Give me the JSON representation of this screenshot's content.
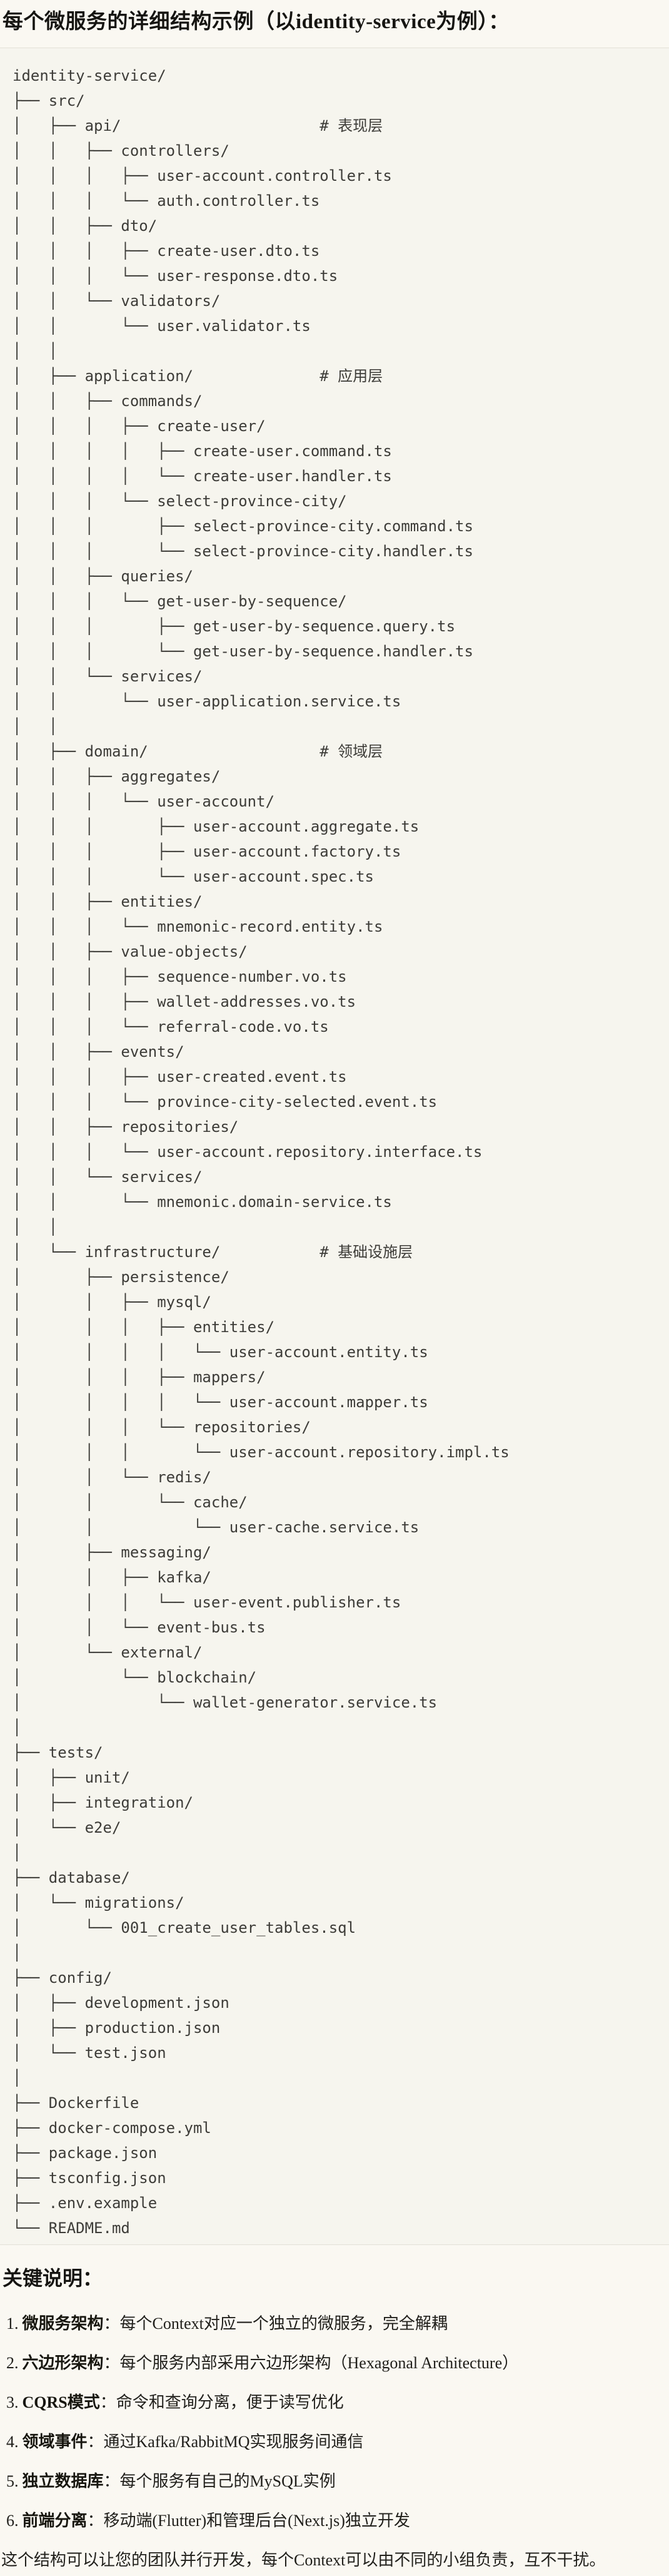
{
  "page": {
    "title": "每个微服务的详细结构示例（以identity-service为例）：",
    "background_color": "#faf8f2",
    "code_block_background": "#f6f5ee",
    "border_color": "#e3e1d7",
    "code_text_color": "#3d3c38"
  },
  "tree": {
    "root": "identity-service/",
    "layer_comments": [
      "# 表现层",
      "# 应用层",
      "# 领域层",
      "# 基础设施层"
    ],
    "lines": [
      "identity-service/",
      "├── src/",
      "│   ├── api/                      # 表现层",
      "│   │   ├── controllers/",
      "│   │   │   ├── user-account.controller.ts",
      "│   │   │   └── auth.controller.ts",
      "│   │   ├── dto/",
      "│   │   │   ├── create-user.dto.ts",
      "│   │   │   └── user-response.dto.ts",
      "│   │   └── validators/",
      "│   │       └── user.validator.ts",
      "│   │",
      "│   ├── application/              # 应用层",
      "│   │   ├── commands/",
      "│   │   │   ├── create-user/",
      "│   │   │   │   ├── create-user.command.ts",
      "│   │   │   │   └── create-user.handler.ts",
      "│   │   │   └── select-province-city/",
      "│   │   │       ├── select-province-city.command.ts",
      "│   │   │       └── select-province-city.handler.ts",
      "│   │   ├── queries/",
      "│   │   │   └── get-user-by-sequence/",
      "│   │   │       ├── get-user-by-sequence.query.ts",
      "│   │   │       └── get-user-by-sequence.handler.ts",
      "│   │   └── services/",
      "│   │       └── user-application.service.ts",
      "│   │",
      "│   ├── domain/                   # 领域层",
      "│   │   ├── aggregates/",
      "│   │   │   └── user-account/",
      "│   │   │       ├── user-account.aggregate.ts",
      "│   │   │       ├── user-account.factory.ts",
      "│   │   │       └── user-account.spec.ts",
      "│   │   ├── entities/",
      "│   │   │   └── mnemonic-record.entity.ts",
      "│   │   ├── value-objects/",
      "│   │   │   ├── sequence-number.vo.ts",
      "│   │   │   ├── wallet-addresses.vo.ts",
      "│   │   │   └── referral-code.vo.ts",
      "│   │   ├── events/",
      "│   │   │   ├── user-created.event.ts",
      "│   │   │   └── province-city-selected.event.ts",
      "│   │   ├── repositories/",
      "│   │   │   └── user-account.repository.interface.ts",
      "│   │   └── services/",
      "│   │       └── mnemonic.domain-service.ts",
      "│   │",
      "│   └── infrastructure/           # 基础设施层",
      "│       ├── persistence/",
      "│       │   ├── mysql/",
      "│       │   │   ├── entities/",
      "│       │   │   │   └── user-account.entity.ts",
      "│       │   │   ├── mappers/",
      "│       │   │   │   └── user-account.mapper.ts",
      "│       │   │   └── repositories/",
      "│       │   │       └── user-account.repository.impl.ts",
      "│       │   └── redis/",
      "│       │       └── cache/",
      "│       │           └── user-cache.service.ts",
      "│       ├── messaging/",
      "│       │   ├── kafka/",
      "│       │   │   └── user-event.publisher.ts",
      "│       │   └── event-bus.ts",
      "│       └── external/",
      "│           └── blockchain/",
      "│               └── wallet-generator.service.ts",
      "│",
      "├── tests/",
      "│   ├── unit/",
      "│   ├── integration/",
      "│   └── e2e/",
      "│",
      "├── database/",
      "│   └── migrations/",
      "│       └── 001_create_user_tables.sql",
      "│",
      "├── config/",
      "│   ├── development.json",
      "│   ├── production.json",
      "│   └── test.json",
      "│",
      "├── Dockerfile",
      "├── docker-compose.yml",
      "├── package.json",
      "├── tsconfig.json",
      "├── .env.example",
      "└── README.md"
    ]
  },
  "notes": {
    "heading": "关键说明：",
    "items": [
      {
        "num": "1.",
        "term": "微服务架构",
        "desc": "：每个Context对应一个独立的微服务，完全解耦"
      },
      {
        "num": "2.",
        "term": "六边形架构",
        "desc": "：每个服务内部采用六边形架构（Hexagonal Architecture）"
      },
      {
        "num": "3.",
        "term": "CQRS模式",
        "desc": "：命令和查询分离，便于读写优化"
      },
      {
        "num": "4.",
        "term": "领域事件",
        "desc": "：通过Kafka/RabbitMQ实现服务间通信"
      },
      {
        "num": "5.",
        "term": "独立数据库",
        "desc": "：每个服务有自己的MySQL实例"
      },
      {
        "num": "6.",
        "term": "前端分离",
        "desc": "：移动端(Flutter)和管理后台(Next.js)独立开发"
      }
    ],
    "footer": "这个结构可以让您的团队并行开发，每个Context可以由不同的小组负责，互不干扰。"
  }
}
